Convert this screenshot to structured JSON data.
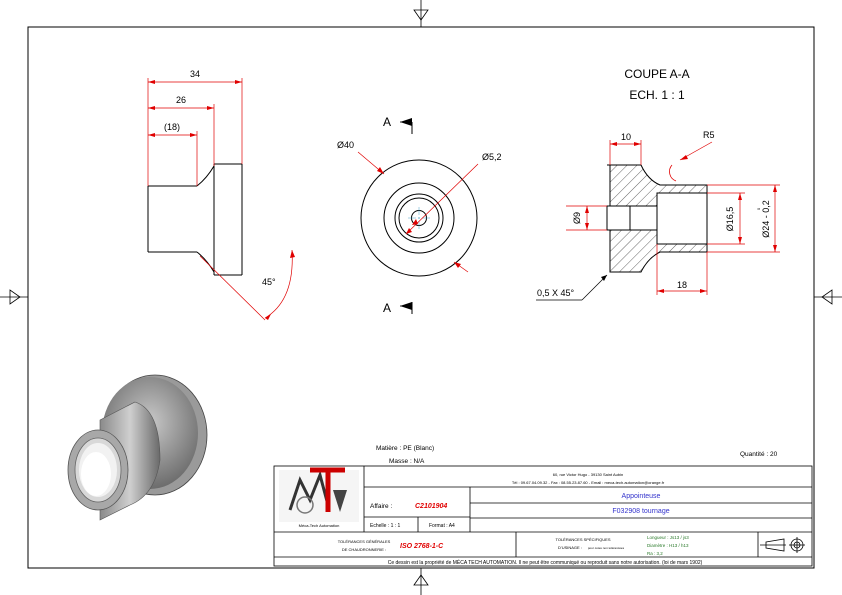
{
  "section": {
    "title": "COUPE A-A",
    "scale": "ECH. 1 : 1"
  },
  "dimensions": {
    "side_34": "34",
    "side_26": "26",
    "side_18": "(18)",
    "side_angle": "45°",
    "front_d40": "Ø40",
    "front_d52": "Ø5,2",
    "cut_label_top": "A",
    "cut_label_bottom": "A",
    "sec_10": "10",
    "sec_r5": "R5",
    "sec_d9": "Ø9",
    "sec_d165": "Ø16,5",
    "sec_d24": "Ø24 - 0,2",
    "sec_d24_tol_top": "0",
    "sec_18": "18",
    "sec_chamfer": "0,5 X 45°"
  },
  "title_block": {
    "matiere": "Matière : PE (Blanc)",
    "masse": "Masse : N/A",
    "quantite": "Quantité : 20",
    "address": "60, rue Victor Hugo - 39130 Saint Aubin",
    "contact": "Tél : 09.67.04.09.32 - Fax : 08.55.23.87.60 - Email : meca-tech.automation@orange.fr",
    "affaire_label": "Affaire :",
    "affaire_value": "C2101904",
    "designation_title": "Appointeuse",
    "designation_ref": "F032908 tournage",
    "echelle": "Echelle : 1 : 1",
    "format": "Format : A4",
    "tol_gen_line1": "TOLÉRANCES GÉNÉRALES",
    "tol_gen_line2": "DE CHAUDRONNERIE :",
    "iso": "ISO 2768-1-C",
    "tol_spec_line1": "TOLÉRANCES SPÉCIFIQUES",
    "tol_spec_line2": "D'USINAGE :",
    "tol_spec_line3": "pour cotes non tolérancées",
    "tol_longueur": "Longueur : Js13 / js3",
    "tol_diametre": "Diamètre : H13 / h13",
    "tol_ra": "Ra : 3,2",
    "logo_caption": "Méca-Tech Automation",
    "copyright": "Ce dessin est la propriété de MÉCA TECH AUTOMATION. Il ne peut être communiqué ou reproduit sans notre autorisation. (loi de mars 1902)"
  },
  "colors": {
    "red_dims": "#e00000",
    "affaire": "#e00000",
    "designation": "#3333cc",
    "tolerances": "#2a7a2a"
  }
}
